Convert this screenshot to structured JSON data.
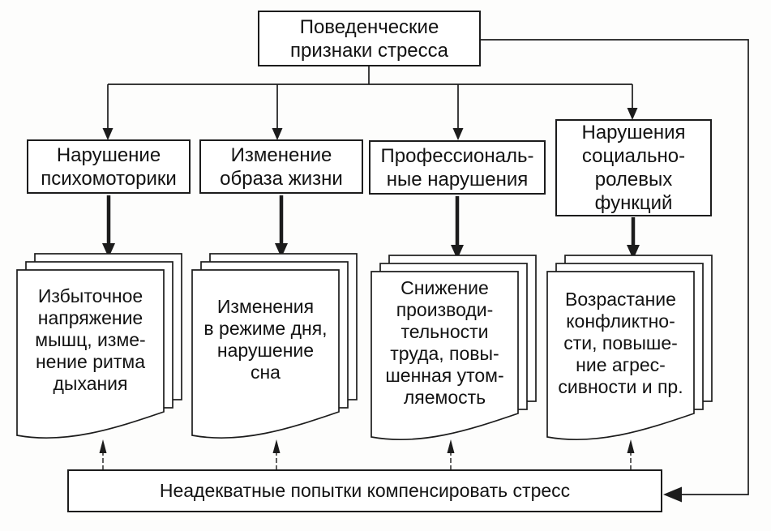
{
  "diagram": {
    "title_box": {
      "label": "Поведенческие\nпризнаки стресса"
    },
    "category_boxes": [
      {
        "label": "Нарушение\nпсихомоторики"
      },
      {
        "label": "Изменение\nобраза жизни"
      },
      {
        "label": "Профессиональ-\nные нарушения"
      },
      {
        "label": "Нарушения\nсоциально-\nролевых\nфункций"
      }
    ],
    "document_stacks": [
      {
        "label": "Избыточное\nнапряжение\nмышц, изме-\nнение ритма\nдыхания"
      },
      {
        "label": "Изменения\nв режиме дня,\nнарушение\nсна"
      },
      {
        "label": "Снижение\nпроизводи-\nтельности\nтруда, повы-\nшенная утом-\nляемость"
      },
      {
        "label": "Возрастание\nконфликтно-\nсти, повыше-\nние агрес-\nсивности и пр."
      }
    ],
    "bottom_box": {
      "label": "Неадекватные попытки компенсировать стресс"
    },
    "colors": {
      "line": "#1c1c1c",
      "background": "#fdfdfc",
      "box_fill": "#ffffff",
      "text": "#121212"
    }
  }
}
